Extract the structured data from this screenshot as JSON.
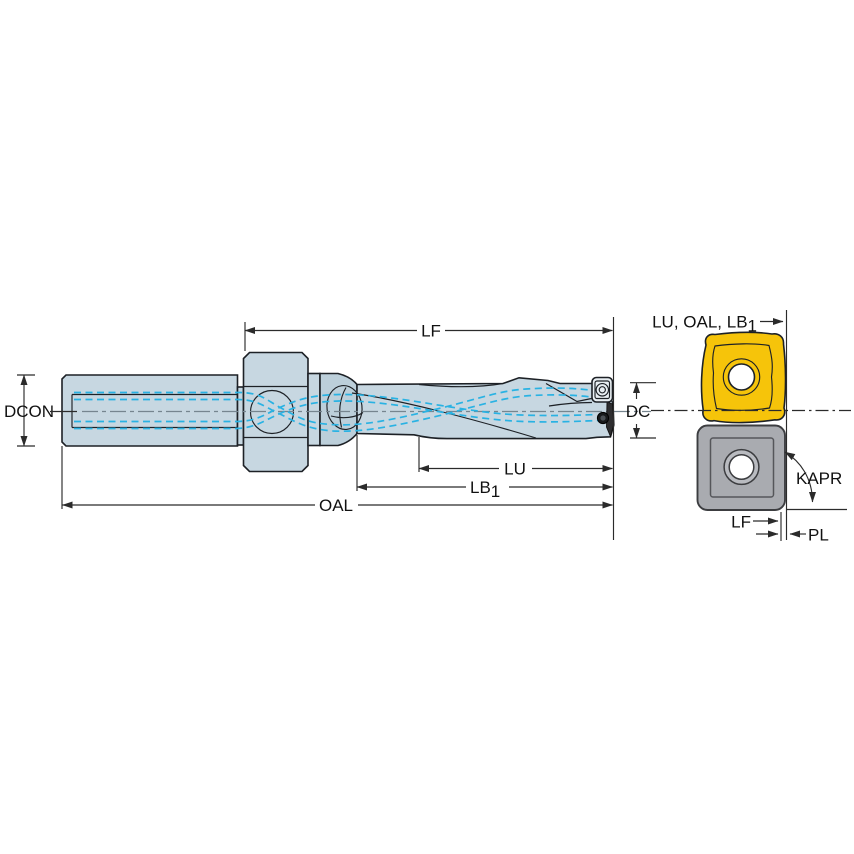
{
  "dimensions": {
    "lf": {
      "label": "LF"
    },
    "dcon": {
      "label": "DCON"
    },
    "dc": {
      "label": "DC"
    },
    "lu": {
      "label": "LU"
    },
    "lb1": {
      "base": "LB",
      "sub": "1"
    },
    "oal": {
      "label": "OAL"
    }
  },
  "insert_panel": {
    "title": {
      "base": "LU, OAL, LB",
      "sub": "1"
    },
    "kapr_label": "KAPR",
    "lf_label": "LF",
    "pl_label": "PL"
  },
  "colors": {
    "body_fill": "#c7d7e1",
    "body_shade": "#bccfda",
    "outline": "#1d2126",
    "coolant_cyan": "#29b2e3",
    "centerline_gray": "#76858f",
    "dimension": "#2b2b2b",
    "insert_yellow": "#f6c40a",
    "insert_gray": "#a9abb0",
    "insert_ring_gray": "#b9bbc0",
    "hole_white": "#ffffff",
    "tip_dark": "#2e2e30",
    "screw_face": "#e8eef2"
  }
}
